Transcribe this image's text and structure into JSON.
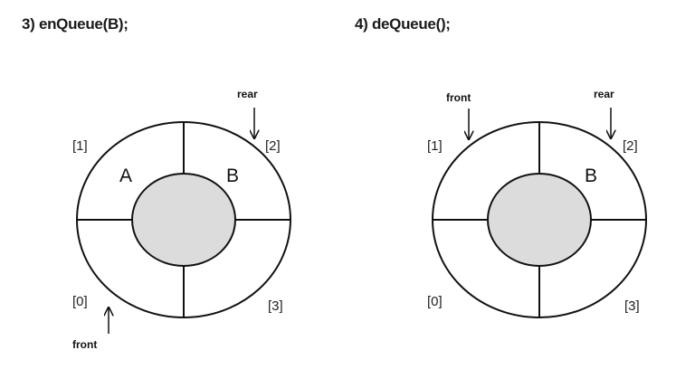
{
  "steps": [
    {
      "title": "3) enQueue(B);",
      "indices": [
        "[1]",
        "[2]",
        "[0]",
        "[3]"
      ],
      "cells": {
        "q1": "A",
        "q2": "B"
      },
      "pointers": {
        "front": "front",
        "rear": "rear"
      }
    },
    {
      "title": "4) deQueue();",
      "indices": [
        "[1]",
        "[2]",
        "[0]",
        "[3]"
      ],
      "cells": {
        "q2": "B"
      },
      "pointers": {
        "front": "front",
        "rear": "rear"
      }
    }
  ],
  "colors": {
    "hub": "#dcdcdc",
    "stroke": "#111111"
  }
}
